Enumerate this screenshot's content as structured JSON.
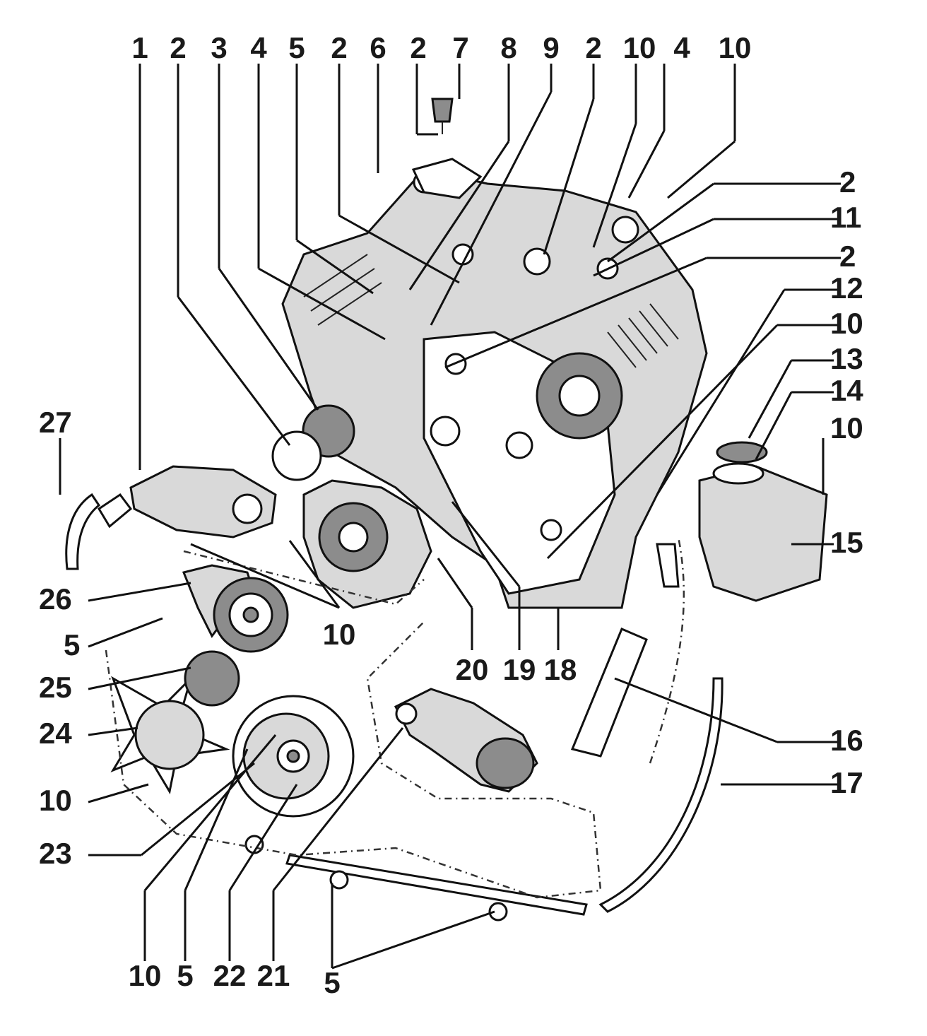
{
  "callouts": {
    "top_row": [
      "1",
      "2",
      "3",
      "4",
      "5",
      "2",
      "6",
      "2",
      "7",
      "8",
      "9",
      "2",
      "10",
      "4",
      "10"
    ],
    "right_col": [
      "2",
      "11",
      "2",
      "12",
      "10",
      "13",
      "14",
      "10",
      "15",
      "16",
      "17"
    ],
    "left_col": [
      "27",
      "26",
      "5",
      "25",
      "24",
      "10",
      "23"
    ],
    "bottom_row": [
      "10",
      "5",
      "22",
      "21",
      "5"
    ],
    "center": [
      "10",
      "20",
      "19",
      "18"
    ]
  }
}
